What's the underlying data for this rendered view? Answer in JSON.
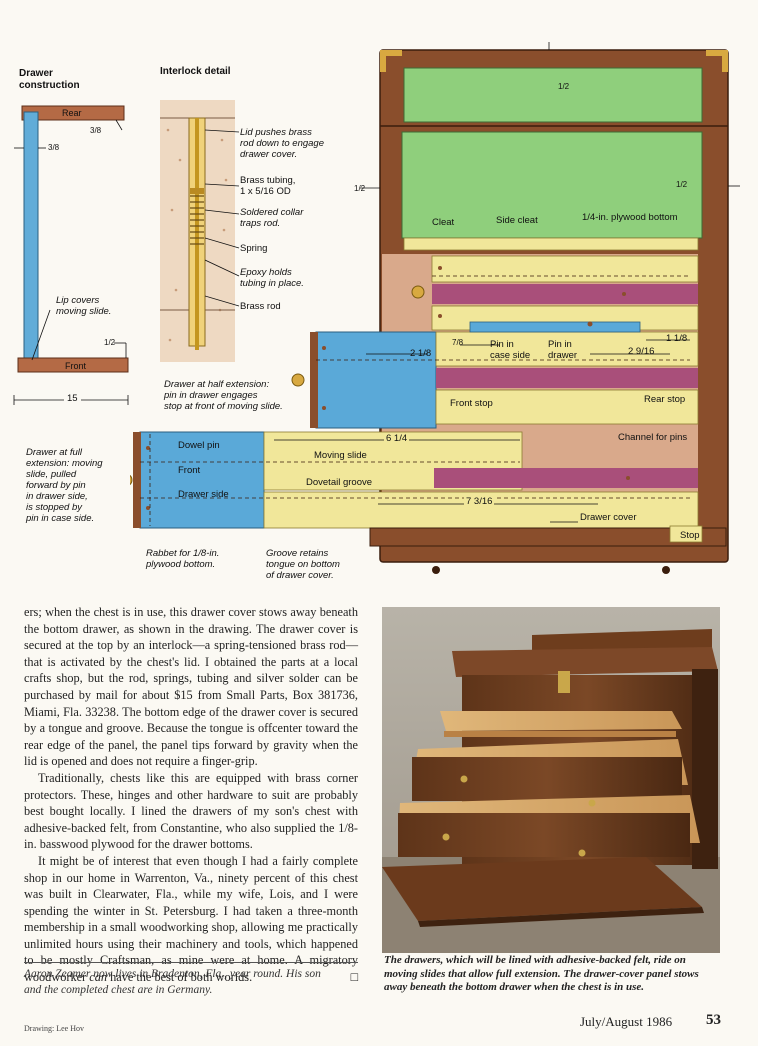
{
  "drawer_construction": {
    "heading_line1": "Drawer",
    "heading_line2": "construction",
    "rear": "Rear",
    "front": "Front",
    "dim_3_8_a": "3/8",
    "dim_3_8_b": "3/8",
    "dim_1_2": "1/2",
    "dim_15": "15",
    "lip_note": [
      "Lip covers",
      "moving slide."
    ]
  },
  "interlock": {
    "heading": "Interlock detail",
    "notes": [
      [
        "Lid pushes brass",
        "rod down to engage",
        "drawer cover."
      ],
      [
        "Brass tubing,",
        "1 x 5/16 OD"
      ],
      [
        "Soldered collar",
        "traps rod."
      ],
      [
        "Spring"
      ],
      [
        "Epoxy holds",
        "tubing in place."
      ],
      [
        "Brass rod"
      ]
    ]
  },
  "chest_diagram": {
    "dim_top_half": "1/2",
    "dim_left_half": "1/2",
    "dim_right_half": "1/2",
    "cleat": "Cleat",
    "side_cleat": "Side cleat",
    "plywood_bottom": "1/4-in. plywood bottom",
    "dim_2_1_8": "2 1/8",
    "dim_7_8": "7/8",
    "pin_case_side": [
      "Pin in",
      "case side"
    ],
    "pin_drawer": [
      "Pin in",
      "drawer"
    ],
    "dim_2_9_16": "2 9/16",
    "dim_1_1_8": "1 1/8",
    "half_ext_note": [
      "Drawer at half extension:",
      "pin in drawer engages",
      "stop at front of moving slide."
    ],
    "front_stop": "Front stop",
    "rear_stop": "Rear stop",
    "channel_pins": "Channel for pins",
    "full_ext_note": [
      "Drawer at full",
      "extension: moving",
      "slide, pulled",
      "forward by pin",
      "in drawer side,",
      "is stopped by",
      "pin in case side."
    ],
    "dowel_pin": "Dowel pin",
    "front": "Front",
    "drawer_side": "Drawer side",
    "dim_6_1_4": "6 1/4",
    "moving_slide": "Moving slide",
    "dovetail_groove": "Dovetail groove",
    "dim_7_3_16": "7 3/16",
    "drawer_cover": "Drawer cover",
    "stop": "Stop",
    "rabbet_note": [
      "Rabbet for 1/8-in.",
      "plywood bottom."
    ],
    "groove_note": [
      "Groove retains",
      "tongue on bottom",
      "of drawer cover."
    ]
  },
  "article": {
    "p1": "ers; when the chest is in use, this drawer cover stows away beneath the bottom drawer, as shown in the drawing. The drawer cover is secured at the top by an interlock—a spring-tensioned brass rod—that is activated by the chest's lid. I obtained the parts at a local crafts shop, but the rod, springs, tubing and silver solder can be purchased by mail for about $15 from Small Parts, Box 381736, Miami, Fla. 33238. The bottom edge of the drawer cover is secured by a tongue and groove. Because the tongue is offcenter toward the rear edge of the panel, the panel tips forward by gravity when the lid is opened and does not require a finger-grip.",
    "p2": "Traditionally, chests like this are equipped with brass corner protectors. These, hinges and other hardware to suit are probably best bought locally. I lined the drawers of my son's chest with adhesive-backed felt, from Constantine, who also supplied the 1/8-in. basswood plywood for the drawer bottoms.",
    "p3a": "It might be of interest that even though I had a fairly complete shop in our home in Warrenton, Va., ninety percent of this chest was built in Clearwater, Fla., while my wife, Lois, and I were spending the winter in St. Petersburg. I had taken a three-month membership in a small woodworking shop, allowing me practically unlimited hours using their machinery and tools, which happened to be mostly Craftsman, as mine were at home. A migratory woodworker ",
    "p3_em": "can",
    "p3b": " have the best of both worlds.",
    "end_mark": "□",
    "bio": "Aaron Zeamer now lives in Bradenton, Fla., year round. His son and the completed chest are in Germany.",
    "caption": "The drawers, which will be lined with adhesive-backed felt, ride on moving slides that allow full extension. The drawer-cover panel stows away beneath the bottom drawer when the chest is in use."
  },
  "footer": {
    "credit": "Drawing: Lee Hov",
    "issue": "July/August 1986",
    "page": "53"
  },
  "colors": {
    "wood": "#8a4e2c",
    "green_panel": "#8fcf7c",
    "yellow_slide": "#f1e79a",
    "magenta_groove": "#a94f7a",
    "blue_drawer": "#5aa9d8",
    "tan_side": "#d9a98b"
  }
}
